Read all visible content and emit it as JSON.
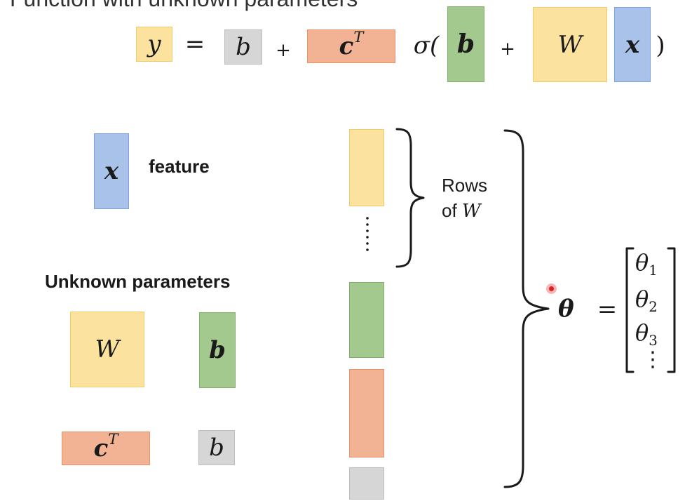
{
  "top_title": "Function with unknown parameters",
  "equation": {
    "y": "y",
    "equals": "=",
    "b": "b",
    "plus": "+",
    "c": "c",
    "c_sup": "T",
    "sigma_open": "σ(",
    "b_inner": "b",
    "plus2": "+",
    "W": "W",
    "x": "x",
    "close": ")"
  },
  "feature": {
    "symbol": "x",
    "label": "feature"
  },
  "unknown": {
    "heading": "Unknown parameters",
    "W": "W",
    "b_vec": "b",
    "c": "c",
    "c_sup": "T",
    "b_scalar": "b"
  },
  "stack": {
    "rows_label_line1": "Rows",
    "rows_label_line2_prefix": "of ",
    "rows_label_W": "W"
  },
  "theta": {
    "symbol": "θ",
    "equals": "=",
    "entries": [
      {
        "sym": "θ",
        "sub": "1"
      },
      {
        "sym": "θ",
        "sub": "2"
      },
      {
        "sym": "θ",
        "sub": "3"
      }
    ],
    "vdots": "⋮"
  },
  "colors": {
    "yellow": "#fbe29f",
    "gray": "#d6d6d6",
    "orange": "#f2b395",
    "green": "#a3c98f",
    "blue": "#a9c2e9",
    "cursor": "#e02020"
  }
}
